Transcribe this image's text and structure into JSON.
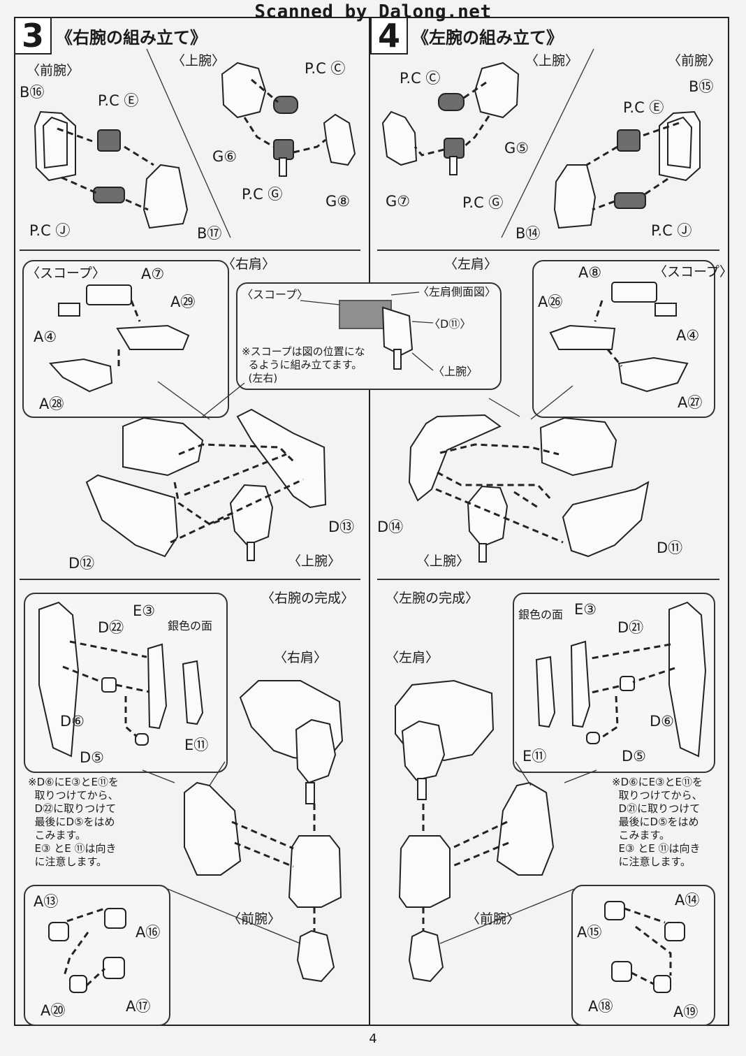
{
  "watermark": "Scanned by Dalong.net",
  "page_number": "4",
  "step3": {
    "number": "3",
    "title": "《右腕の組み立て》",
    "forearm_label": "〈前腕〉",
    "upper_arm_label": "〈上腕〉",
    "parts": {
      "b16": "B⑯",
      "pce": "P.C Ⓔ",
      "pcj": "P.C Ⓙ",
      "b17": "B⑰",
      "pcc": "P.C Ⓒ",
      "g6": "G⑥",
      "pcg": "P.C Ⓖ",
      "g8": "G⑧"
    },
    "shoulder_label": "〈右肩〉",
    "scope_label": "〈スコープ〉",
    "scope_parts": {
      "a7": "A⑦",
      "a29": "A㉙",
      "a4": "A④",
      "a28": "A㉘"
    },
    "shoulder_parts": {
      "d12": "D⑫",
      "d13": "D⑬",
      "upper_arm": "〈上腕〉"
    },
    "complete_label": "〈右腕の完成〉",
    "complete_parts": {
      "e3": "E③",
      "silver": "銀色の面",
      "d22": "D㉒",
      "d6": "D⑥",
      "d5": "D⑤",
      "e11": "E⑪",
      "shoulder": "〈右肩〉",
      "forearm": "〈前腕〉"
    },
    "note": "※D⑥にE③とE⑪を\n  取りつけてから、\n  D㉒に取りつけて\n  最後にD⑤をはめ\n  こみます。\n  E③ とE ⑪は向き\n  に注意します。",
    "hand_parts": {
      "a13": "A⑬",
      "a16": "A⑯",
      "a20": "A⑳",
      "a17": "A⑰"
    }
  },
  "side_view": {
    "scope": "〈スコープ〉",
    "title": "〈左肩側面図〉",
    "d11": "〈D⑪〉",
    "upper_arm": "〈上腕〉",
    "note": "※スコープは図の位置にな\n  るように組み立てます。\n  (左右)"
  },
  "step4": {
    "number": "4",
    "title": "《左腕の組み立て》",
    "forearm_label": "〈前腕〉",
    "upper_arm_label": "〈上腕〉",
    "parts": {
      "pcc": "P.C Ⓒ",
      "b15": "B⑮",
      "pce": "P.C Ⓔ",
      "g5": "G⑤",
      "g7": "G⑦",
      "pcg": "P.C Ⓖ",
      "b14": "B⑭",
      "pcj": "P.C Ⓙ"
    },
    "shoulder_label": "〈左肩〉",
    "scope_label": "〈スコープ〉",
    "scope_parts": {
      "a8": "A⑧",
      "a26": "A㉖",
      "a4": "A④",
      "a27": "A㉗"
    },
    "shoulder_parts": {
      "d14": "D⑭",
      "d11": "D⑪",
      "upper_arm": "〈上腕〉"
    },
    "complete_label": "〈左腕の完成〉",
    "complete_parts": {
      "silver": "銀色の面",
      "e3": "E③",
      "d21": "D㉑",
      "d6": "D⑥",
      "e11": "E⑪",
      "d5": "D⑤",
      "shoulder": "〈左肩〉",
      "forearm": "〈前腕〉"
    },
    "note": "※D⑥にE③とE⑪を\n  取りつけてから、\n  D㉑に取りつけて\n  最後にD⑤をはめ\n  こみます。\n  E③ とE ⑪は向き\n  に注意します。",
    "hand_parts": {
      "a14": "A⑭",
      "a15": "A⑮",
      "a18": "A⑱",
      "a19": "A⑲"
    }
  }
}
